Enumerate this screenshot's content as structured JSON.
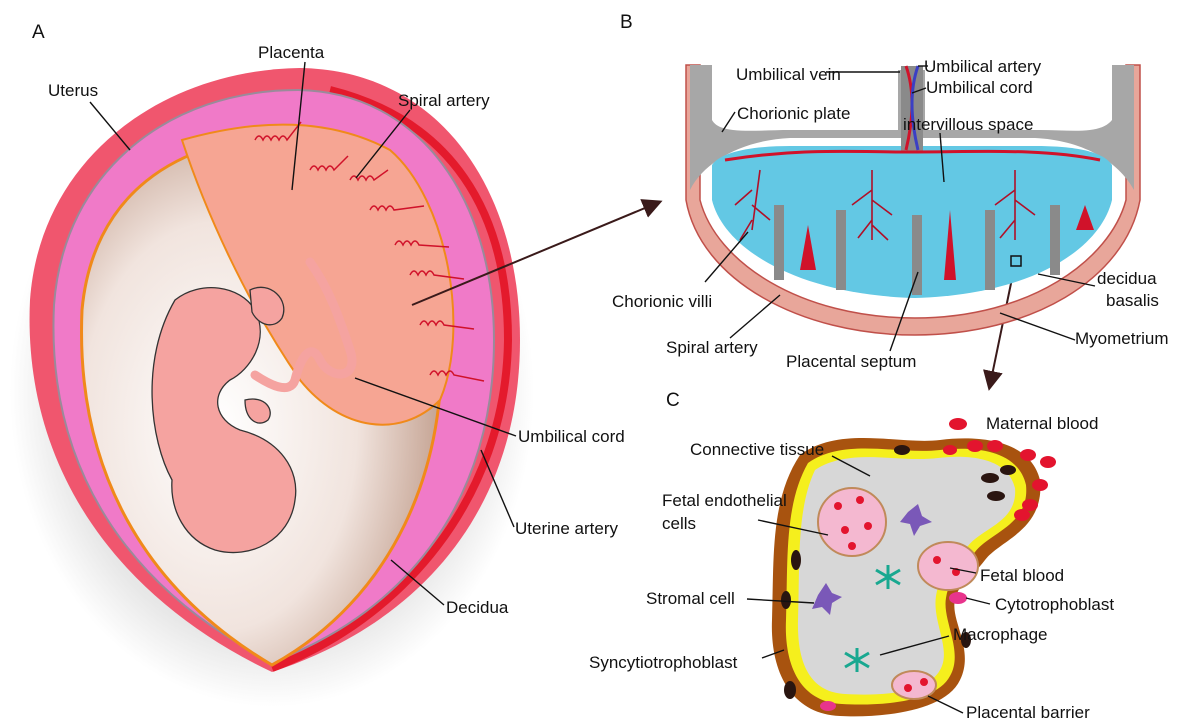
{
  "panels": {
    "a": "A",
    "b": "B",
    "c": "C"
  },
  "panel_a": {
    "uterus": "Uterus",
    "placenta": "Placenta",
    "spiral_artery": "Spiral artery",
    "umbilical_cord": "Umbilical cord",
    "uterine_artery": "Uterine artery",
    "decidua": "Decidua"
  },
  "panel_b": {
    "umbilical_vein": "Umbilical vein",
    "umbilical_artery": "Umbilical artery",
    "umbilical_cord": "Umbilical cord",
    "chorionic_plate": "Chorionic plate",
    "intervillous_space": "intervillous space",
    "chorionic_villi": "Chorionic villi",
    "decidua_basalis_1": "decidua",
    "decidua_basalis_2": "basalis",
    "spiral_artery": "Spiral artery",
    "placental_septum": "Placental septum",
    "myometrium": "Myometrium"
  },
  "panel_c": {
    "maternal_blood": "Maternal blood",
    "connective_tissue": "Connective tissue",
    "fetal_endothelial_1": "Fetal endothelial",
    "fetal_endothelial_2": "cells",
    "fetal_blood": "Fetal blood",
    "stromal_cell": "Stromal cell",
    "cytotrophoblast": "Cytotrophoblast",
    "macrophage": "Macrophage",
    "syncytiotrophoblast": "Syncytiotrophoblast",
    "placental_barrier": "Placental barrier"
  },
  "colors": {
    "uterus_wall": "#f0566e",
    "decidua_pink": "#f07ac8",
    "placenta": "#f6a593",
    "amniotic": "#efe2dc",
    "fetus": "#f5a3a0",
    "artery_red": "#e0142a",
    "vein_blue": "#3b3fc4",
    "intervillous_blue": "#63c8e4",
    "plate_gray": "#a7a7a7",
    "trophoblast_brown": "#a8530f",
    "cytotrophoblast_yellow": "#f5ef1d",
    "stroma_gray": "#d7d7d7",
    "macrophage_teal": "#19a890",
    "stromal_purple": "#7a58b8"
  }
}
